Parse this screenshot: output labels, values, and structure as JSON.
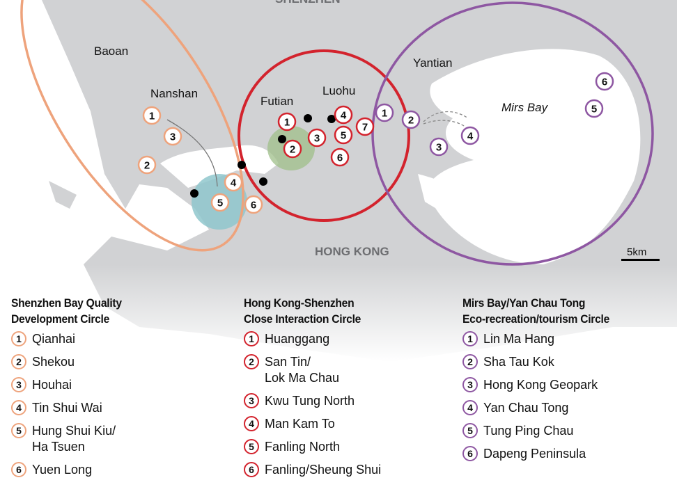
{
  "colors": {
    "land": "#d1d2d4",
    "water": "#ffffff",
    "shenzhen_bay_circle": "#eea37c",
    "hk_sz_circle": "#d3232d",
    "mirs_bay_circle": "#8e57a2",
    "green_zone": "#9fbf8a",
    "teal_zone": "#8fc7cc"
  },
  "map": {
    "place_labels": {
      "shenzhen": "SHENZHEN",
      "baoan": "Baoan",
      "nanshan": "Nanshan",
      "futian": "Futian",
      "luohu": "Luohu",
      "yantian": "Yantian",
      "mirs_bay": "Mirs Bay",
      "hong_kong": "HONG KONG"
    },
    "scale_label": "5km",
    "markers": {
      "orange": [
        "1",
        "2",
        "3",
        "4",
        "5",
        "6"
      ],
      "red": [
        "1",
        "2",
        "3",
        "4",
        "5",
        "6",
        "7"
      ],
      "purple": [
        "1",
        "2",
        "3",
        "4",
        "5",
        "6"
      ]
    }
  },
  "legend": [
    {
      "title": "Shenzhen Bay Quality\nDevelopment Circle",
      "items": [
        {
          "num": "1",
          "label": "Qianhai"
        },
        {
          "num": "2",
          "label": "Shekou"
        },
        {
          "num": "3",
          "label": "Houhai"
        },
        {
          "num": "4",
          "label": "Tin Shui Wai"
        },
        {
          "num": "5",
          "label": "Hung Shui Kiu/\nHa Tsuen"
        },
        {
          "num": "6",
          "label": "Yuen Long"
        }
      ]
    },
    {
      "title": "Hong Kong-Shenzhen\nClose Interaction Circle",
      "items": [
        {
          "num": "1",
          "label": "Huanggang"
        },
        {
          "num": "2",
          "label": "San Tin/\nLok Ma Chau"
        },
        {
          "num": "3",
          "label": "Kwu Tung North"
        },
        {
          "num": "4",
          "label": "Man Kam To"
        },
        {
          "num": "5",
          "label": "Fanling North"
        },
        {
          "num": "6",
          "label": "Fanling/Sheung Shui"
        }
      ]
    },
    {
      "title": "Mirs Bay/Yan Chau Tong\nEco-recreation/tourism Circle",
      "items": [
        {
          "num": "1",
          "label": "Lin Ma Hang"
        },
        {
          "num": "2",
          "label": "Sha Tau Kok"
        },
        {
          "num": "3",
          "label": "Hong Kong Geopark"
        },
        {
          "num": "4",
          "label": "Yan Chau Tong"
        },
        {
          "num": "5",
          "label": "Tung Ping Chau"
        },
        {
          "num": "6",
          "label": "Dapeng Peninsula"
        }
      ]
    }
  ]
}
